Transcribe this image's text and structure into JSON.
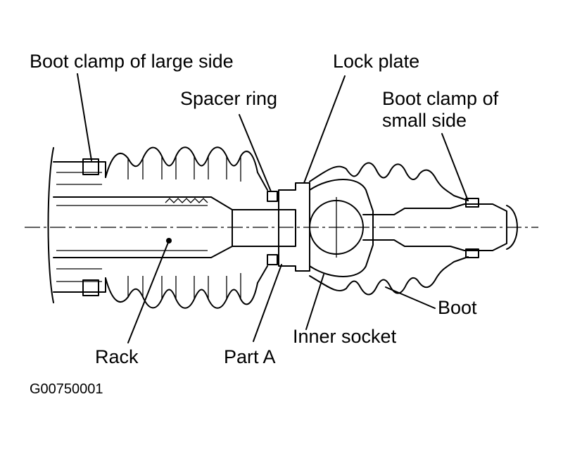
{
  "labels": {
    "boot_clamp_large": "Boot clamp of large side",
    "lock_plate": "Lock plate",
    "spacer_ring": "Spacer ring",
    "boot_clamp_small_line1": "Boot clamp of",
    "boot_clamp_small_line2": "small side",
    "boot": "Boot",
    "inner_socket": "Inner socket",
    "rack": "Rack",
    "part_a": "Part A"
  },
  "figure_code": "G00750001",
  "colors": {
    "ink": "#000000",
    "paper": "#ffffff"
  }
}
